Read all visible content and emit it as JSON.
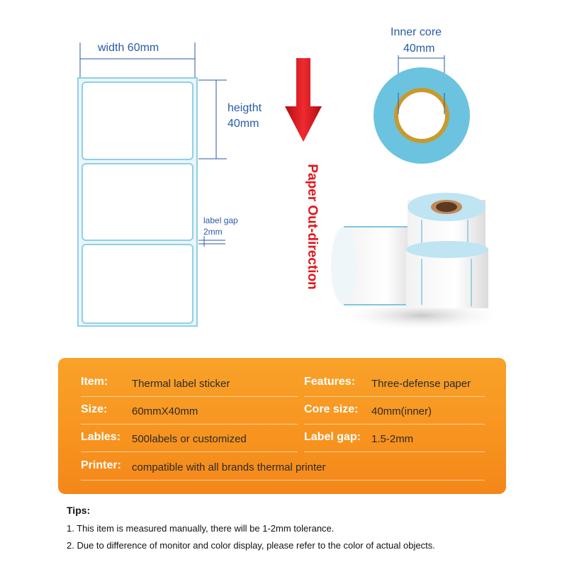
{
  "diagram": {
    "width_label": "width 60mm",
    "height_label_line1": "heigtht",
    "height_label_line2": "40mm",
    "gap_label_line1": "label gap",
    "gap_label_line2": "2mm",
    "direction_label": "Paper Out-direction",
    "core_label_line1": "Inner core",
    "core_label_line2": "40mm"
  },
  "colors": {
    "dimension_text": "#2a5aa8",
    "label_border": "#8fd0e6",
    "arrow": "#e4141b",
    "panel": "#f7931e",
    "roll_blue": "#6bc3e0",
    "core_gold": "#c89a2e"
  },
  "specs": {
    "rows": [
      {
        "key": "Item:",
        "value": "Thermal label sticker",
        "key2": "Features:",
        "value2": "Three-defense paper"
      },
      {
        "key": "Size:",
        "value": "60mmX40mm",
        "key2": "Core size:",
        "value2": "40mm(inner)"
      },
      {
        "key": "Lables:",
        "value": "500labels or customized",
        "key2": "Label gap:",
        "value2": "1.5-2mm"
      },
      {
        "key": "Printer:",
        "value": "compatible with all brands thermal printer"
      }
    ]
  },
  "tips": {
    "title": "Tips:",
    "items": [
      "1. This item is measured manually, there will be 1-2mm tolerance.",
      "2. Due to difference of monitor and color display, please refer to the color of actual objects."
    ]
  }
}
